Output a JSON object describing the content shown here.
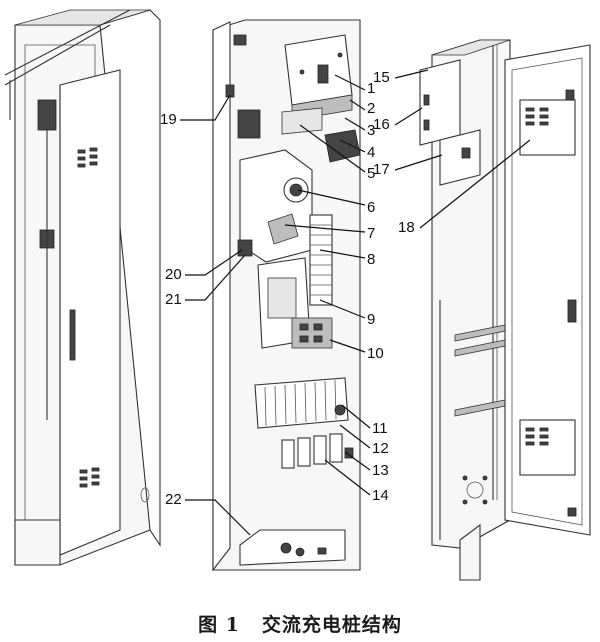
{
  "caption": {
    "figure_number": "图 1",
    "title": "交流充电桩结构"
  },
  "callouts": [
    {
      "id": "1",
      "label": "1"
    },
    {
      "id": "2",
      "label": "2"
    },
    {
      "id": "3",
      "label": "3"
    },
    {
      "id": "4",
      "label": "4"
    },
    {
      "id": "5",
      "label": "5"
    },
    {
      "id": "6",
      "label": "6"
    },
    {
      "id": "7",
      "label": "7"
    },
    {
      "id": "8",
      "label": "8"
    },
    {
      "id": "9",
      "label": "9"
    },
    {
      "id": "10",
      "label": "10"
    },
    {
      "id": "11",
      "label": "11"
    },
    {
      "id": "12",
      "label": "12"
    },
    {
      "id": "13",
      "label": "13"
    },
    {
      "id": "14",
      "label": "14"
    },
    {
      "id": "15",
      "label": "15"
    },
    {
      "id": "16",
      "label": "16"
    },
    {
      "id": "17",
      "label": "17"
    },
    {
      "id": "18",
      "label": "18"
    },
    {
      "id": "19",
      "label": "19"
    },
    {
      "id": "20",
      "label": "20"
    },
    {
      "id": "21",
      "label": "21"
    },
    {
      "id": "22",
      "label": "22"
    }
  ]
}
